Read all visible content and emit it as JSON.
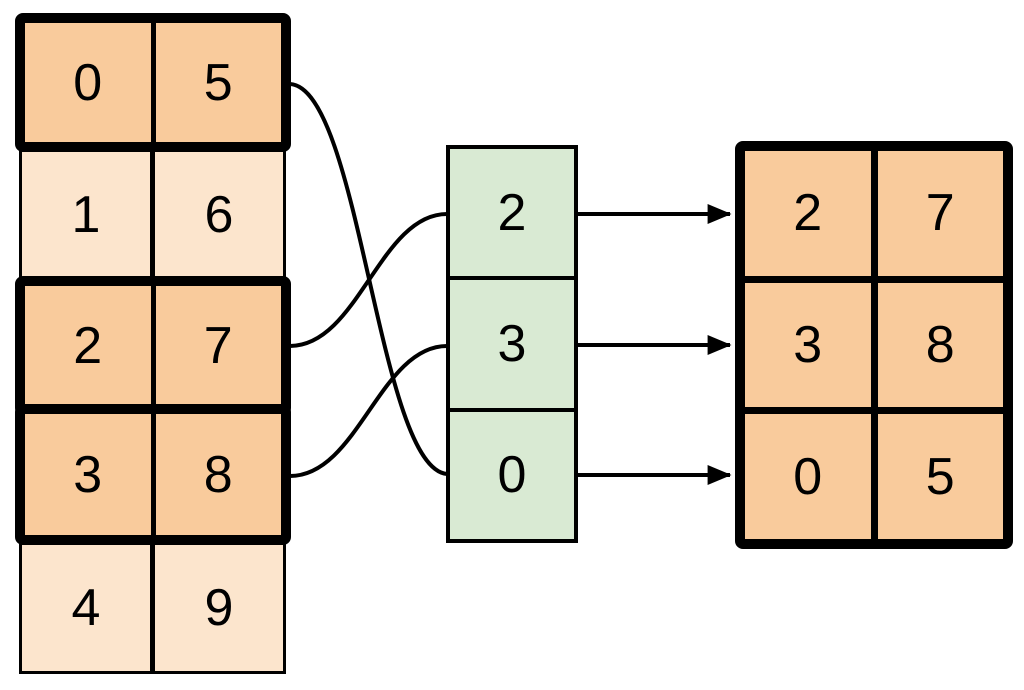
{
  "diagram_type": "row-gather-indexing",
  "colors": {
    "highlight_fill": "#F9CB9C",
    "plain_fill": "#FCE5CD",
    "index_fill": "#D9EAD3",
    "stroke": "#000000",
    "background": "#FFFFFF"
  },
  "source_matrix": {
    "rows": [
      {
        "cells": [
          "0",
          "5"
        ],
        "highlighted": true
      },
      {
        "cells": [
          "1",
          "6"
        ],
        "highlighted": false
      },
      {
        "cells": [
          "2",
          "7"
        ],
        "highlighted": true
      },
      {
        "cells": [
          "3",
          "8"
        ],
        "highlighted": true
      },
      {
        "cells": [
          "4",
          "9"
        ],
        "highlighted": false
      }
    ]
  },
  "index_vector": {
    "cells": [
      "2",
      "3",
      "0"
    ]
  },
  "result_matrix": {
    "rows": [
      {
        "cells": [
          "2",
          "7"
        ]
      },
      {
        "cells": [
          "3",
          "8"
        ]
      },
      {
        "cells": [
          "0",
          "5"
        ]
      }
    ]
  },
  "connections": {
    "curves": [
      {
        "from": "source-row-0",
        "to": "index-cell-2"
      },
      {
        "from": "source-row-2",
        "to": "index-cell-0"
      },
      {
        "from": "source-row-3",
        "to": "index-cell-1"
      }
    ],
    "arrows": [
      {
        "from": "index-cell-0",
        "to": "result-row-0"
      },
      {
        "from": "index-cell-1",
        "to": "result-row-1"
      },
      {
        "from": "index-cell-2",
        "to": "result-row-2"
      }
    ]
  }
}
